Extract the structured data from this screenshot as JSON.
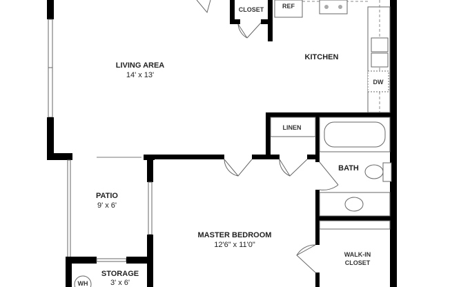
{
  "rooms": {
    "living": {
      "name": "LIVING AREA",
      "size": "14' x 13'"
    },
    "kitchen": {
      "name": "KITCHEN"
    },
    "closet": {
      "name": "CLOSET"
    },
    "linen": {
      "name": "LINEN"
    },
    "bath": {
      "name": "BATH"
    },
    "patio": {
      "name": "PATIO",
      "size": "9' x 6'"
    },
    "master": {
      "name": "MASTER BEDROOM",
      "size": "12'6\" x 11'0\""
    },
    "walkin": {
      "name": "WALK-IN",
      "name2": "CLOSET"
    },
    "storage": {
      "name": "STORAGE",
      "size": "3' x 6'"
    }
  },
  "fixtures": {
    "ref": "REF",
    "dw": "DW",
    "wh": "WH"
  },
  "colors": {
    "wall": "#000000",
    "fixture_line": "#666666"
  }
}
